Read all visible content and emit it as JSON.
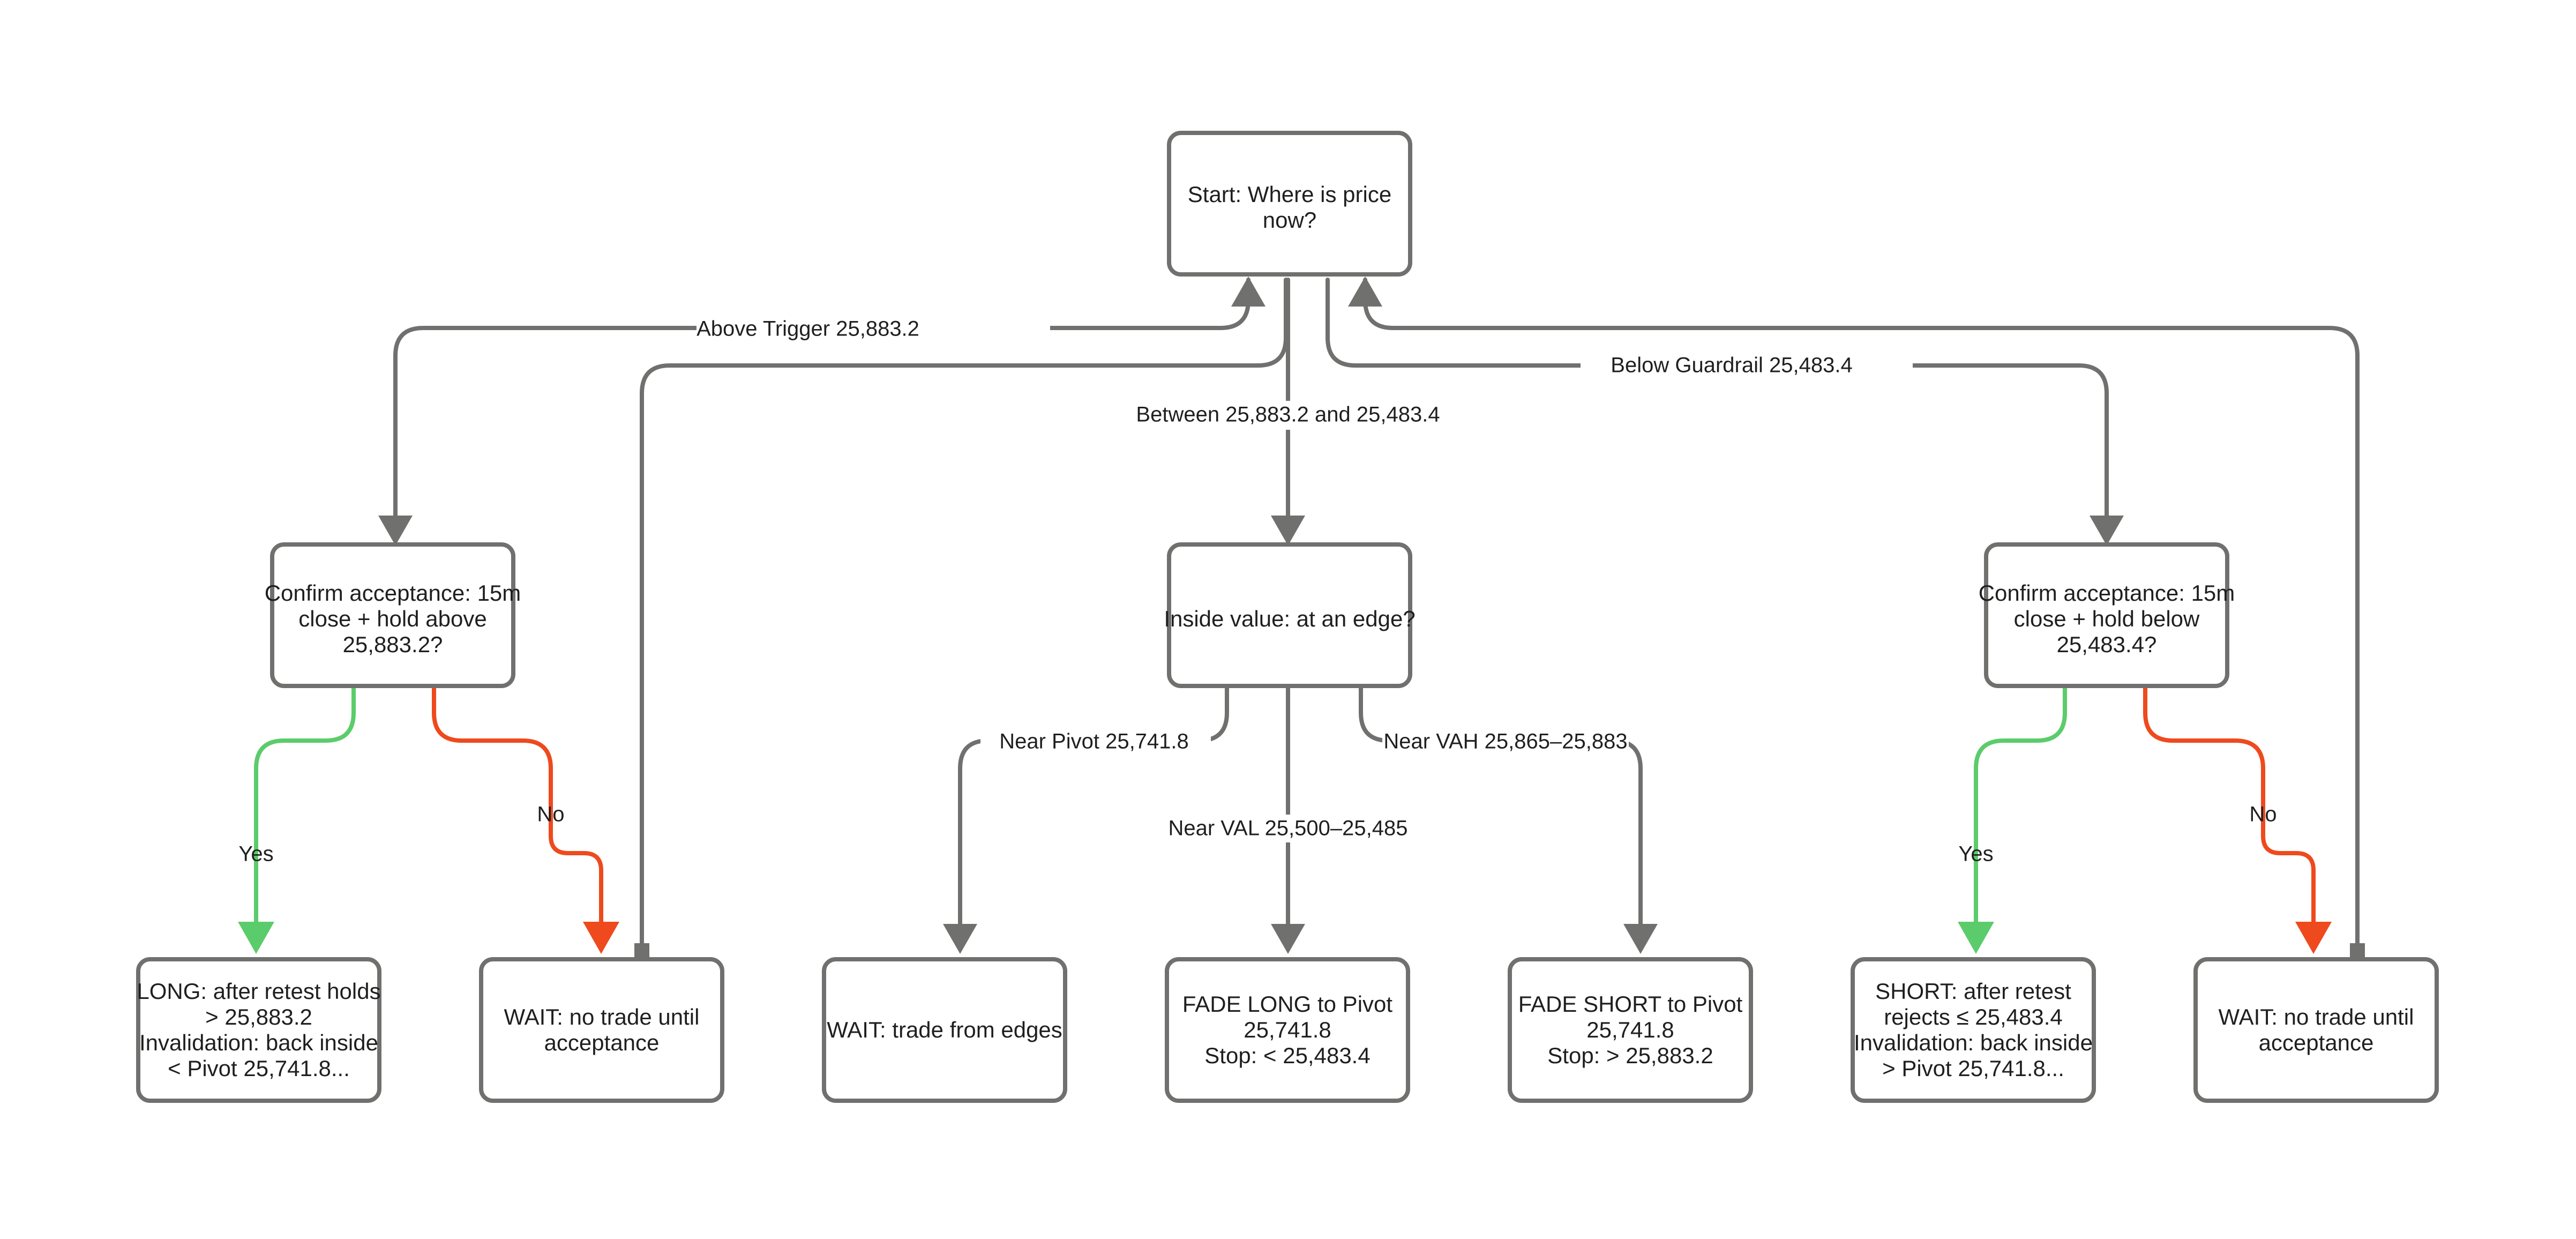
{
  "diagram": {
    "title": "Price location decision flowchart",
    "background_color": "#FFFFFF",
    "edge_color": "#70706F",
    "node_border_color": "#70706F",
    "node_fill_color": "#FFFFFF",
    "text_color": "#1F1F1F",
    "yes_color": "#5BCC6B",
    "no_color": "#EE4A1D"
  },
  "nodes": {
    "start": {
      "lines": [
        "Start: Where is price",
        "now?"
      ]
    },
    "confirm_long": {
      "lines": [
        "Confirm acceptance: 15m",
        "close + hold above",
        "25,883.2?"
      ]
    },
    "inside_value": {
      "lines": [
        "Inside value: at an edge?"
      ]
    },
    "confirm_short": {
      "lines": [
        "Confirm acceptance: 15m",
        "close + hold below",
        "25,483.4?"
      ]
    },
    "long_entry": {
      "lines": [
        "LONG: after retest holds",
        "> 25,883.2",
        "Invalidation: back inside",
        "< Pivot 25,741.8..."
      ]
    },
    "wait_left": {
      "lines": [
        "WAIT: no trade until",
        "acceptance"
      ]
    },
    "wait_edges": {
      "lines": [
        "WAIT: trade from edges"
      ]
    },
    "fade_long": {
      "lines": [
        "FADE LONG to Pivot",
        "25,741.8",
        "Stop: < 25,483.4"
      ]
    },
    "fade_short": {
      "lines": [
        "FADE SHORT to Pivot",
        "25,741.8",
        "Stop: > 25,883.2"
      ]
    },
    "short_entry": {
      "lines": [
        "SHORT: after retest",
        "rejects ≤ 25,483.4",
        "Invalidation: back inside",
        "> Pivot 25,741.8..."
      ]
    },
    "wait_right": {
      "lines": [
        "WAIT: no trade until",
        "acceptance"
      ]
    }
  },
  "edge_labels": {
    "above_trigger": "Above Trigger 25,883.2",
    "between": "Between 25,883.2 and 25,483.4",
    "below_guardrail": "Below Guardrail 25,483.4",
    "yes_left": "Yes",
    "no_left": "No",
    "near_pivot": "Near Pivot 25,741.8",
    "near_val": "Near VAL 25,500–25,485",
    "near_vah": "Near VAH 25,865–25,883",
    "yes_right": "Yes",
    "no_right": "No"
  }
}
